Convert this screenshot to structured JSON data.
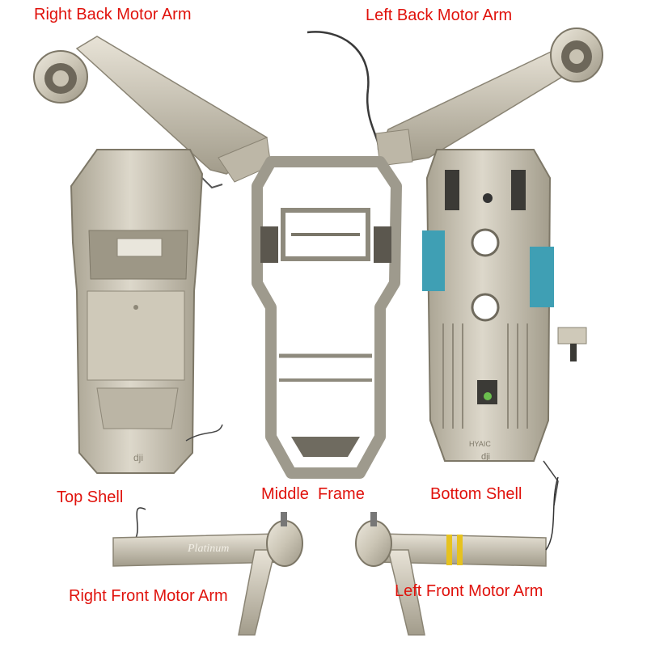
{
  "labels": {
    "right_back_arm": "Right Back Motor Arm",
    "left_back_arm": "Left Back Motor Arm",
    "top_shell": "Top Shell",
    "middle_frame": "Middle  Frame",
    "bottom_shell": "Bottom Shell",
    "right_front_arm": "Right Front Motor Arm",
    "left_front_arm": "Left Front Motor Arm"
  },
  "colors": {
    "label": "#e0120c",
    "metal": "#c9c3b3",
    "metal_dark": "#8f897a",
    "metal_light": "#e6e1d4",
    "frame": "#a9a598",
    "teal_tape": "#3f9fb4",
    "yellow_stripe": "#e6c21f"
  }
}
